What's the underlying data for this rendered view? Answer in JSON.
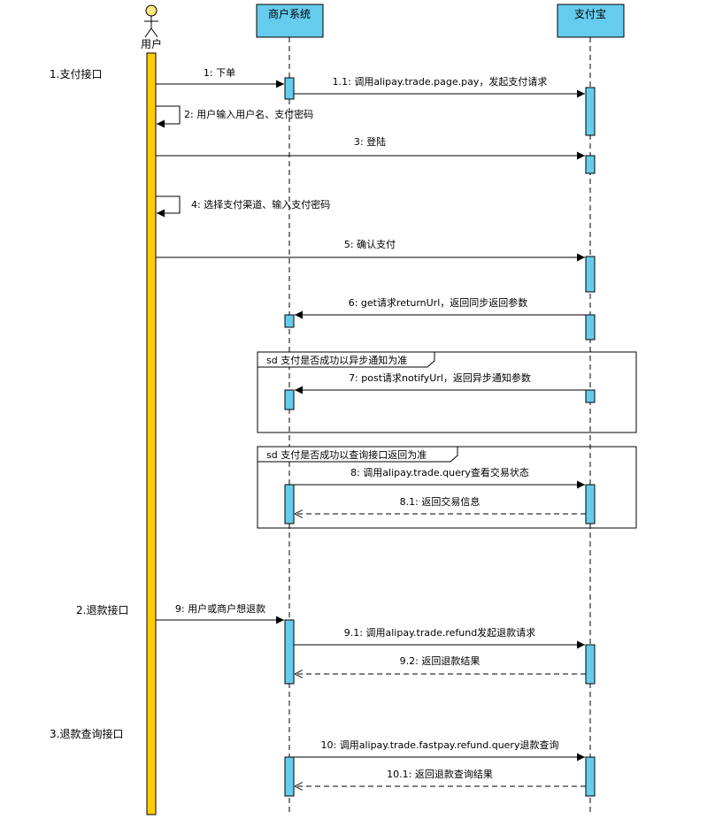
{
  "participants": {
    "user": "用户",
    "merchant": "商户系统",
    "alipay": "支付宝"
  },
  "sections": {
    "pay": "1.支付接口",
    "refund": "2.退款接口",
    "refund_query": "3.退款查询接口"
  },
  "frames": {
    "async": "sd 支付是否成功以异步通知为准",
    "query": "sd 支付是否成功以查询接口返回为准"
  },
  "messages": {
    "m1": "1: 下单",
    "m1_1": "1.1: 调用alipay.trade.page.pay，发起支付请求",
    "m2": "2: 用户输入用户名、支付密码",
    "m3": "3: 登陆",
    "m4": "4: 选择支付渠道、输入支付密码",
    "m5": "5: 确认支付",
    "m6": "6: get请求returnUrl，返回同步返回参数",
    "m7": "7: post请求notifyUrl，返回异步通知参数",
    "m8": "8: 调用alipay.trade.query查看交易状态",
    "m8_1": "8.1: 返回交易信息",
    "m9": "9: 用户或商户想退款",
    "m9_1": "9.1: 调用alipay.trade.refund发起退款请求",
    "m9_2": "9.2: 返回退款结果",
    "m10": "10: 调用alipay.trade.fastpay.refund.query退款查询",
    "m10_1": "10.1: 返回退款查询结果"
  },
  "colors": {
    "user_bar": "#ffcc00",
    "activation": "#66ccee",
    "actor_head": "#ffe680"
  }
}
